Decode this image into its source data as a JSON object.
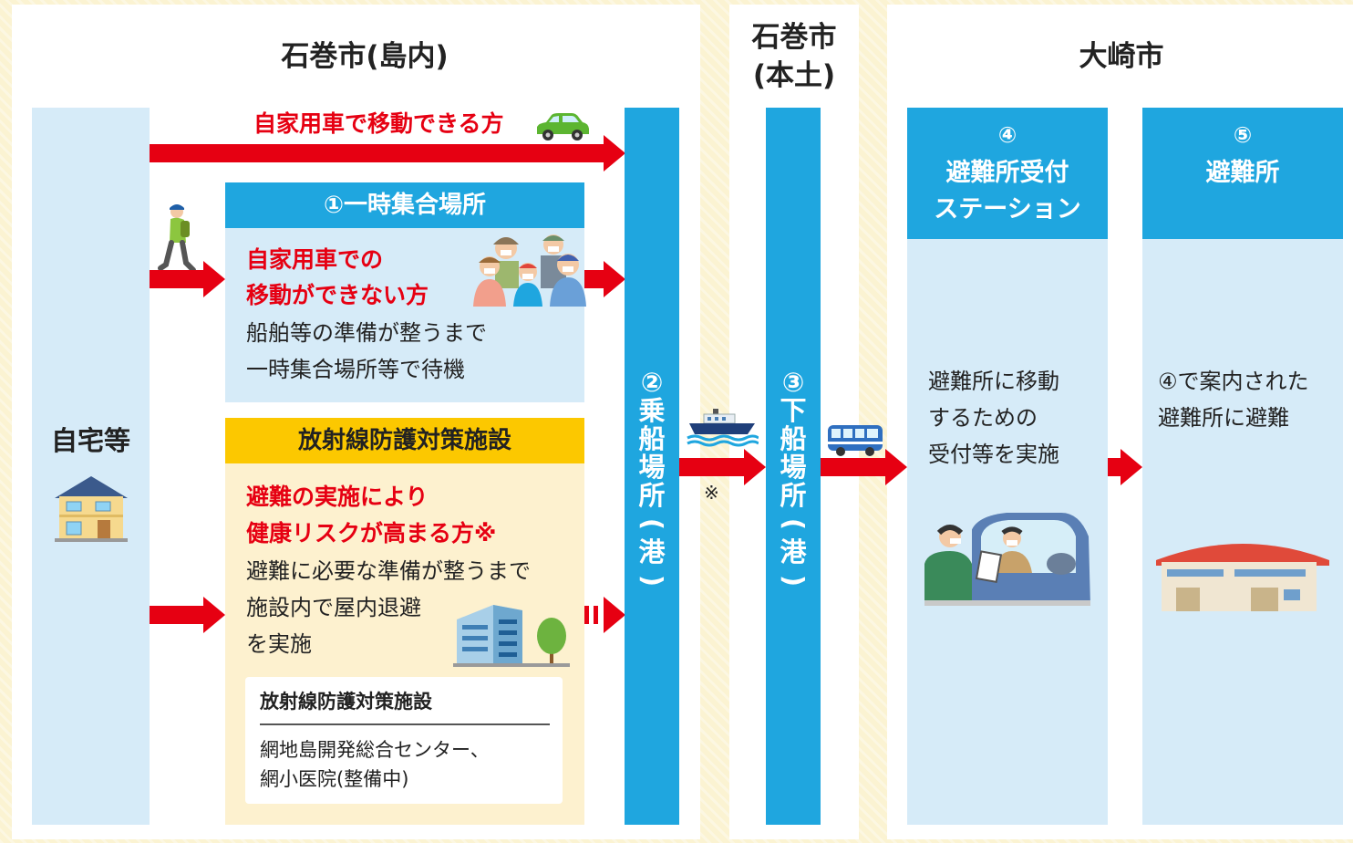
{
  "regions": {
    "ishinomaki_island": "石巻市(島内)",
    "ishinomaki_mainland_line1": "石巻市",
    "ishinomaki_mainland_line2": "(本土)",
    "osaki": "大崎市"
  },
  "home": {
    "label": "自宅等"
  },
  "car_route": {
    "label": "自家用車で移動できる方"
  },
  "temp_assembly": {
    "header": "①一時集合場所",
    "red_line1": "自家用車での",
    "red_line2": "移動ができない方",
    "body_line1": "船舶等の準備が整うまで",
    "body_line2": "一時集合場所等で待機"
  },
  "radiation_facility": {
    "header": "放射線防護対策施設",
    "red_line1": "避難の実施により",
    "red_line2": "健康リスクが高まる方※",
    "body_line1": "避難に必要な準備が整うまで",
    "body_line2": "施設内で屋内退避",
    "body_line3": "を実施",
    "box_title": "放射線防護対策施設",
    "box_line1": "網地島開発総合センター、",
    "box_line2": "網小医院(整備中)"
  },
  "boarding": {
    "number": "②",
    "chars": [
      "乗",
      "船",
      "場",
      "所",
      "(",
      "港",
      ")"
    ]
  },
  "ferry_note": "※",
  "landing": {
    "number": "③",
    "chars": [
      "下",
      "船",
      "場",
      "所",
      "(",
      "港",
      ")"
    ]
  },
  "reception": {
    "number": "④",
    "header_line1": "避難所受付",
    "header_line2": "ステーション",
    "body_line1": "避難所に移動",
    "body_line2": "するための",
    "body_line3": "受付等を実施"
  },
  "shelter": {
    "number": "⑤",
    "header": "避難所",
    "body_line1": "④で案内された",
    "body_line2": "避難所に避難"
  },
  "icons": [
    "car-icon",
    "walking-person-icon",
    "evacuees-icon",
    "house-icon",
    "building-icon",
    "ferry-icon",
    "bus-icon",
    "drive-through-reception-icon",
    "gymnasium-icon"
  ],
  "colors": {
    "red": "#e60012",
    "blue": "#1fa6df",
    "light_blue": "#d6ebf8",
    "yellow": "#fcc800",
    "cream": "#fdf1cf"
  }
}
